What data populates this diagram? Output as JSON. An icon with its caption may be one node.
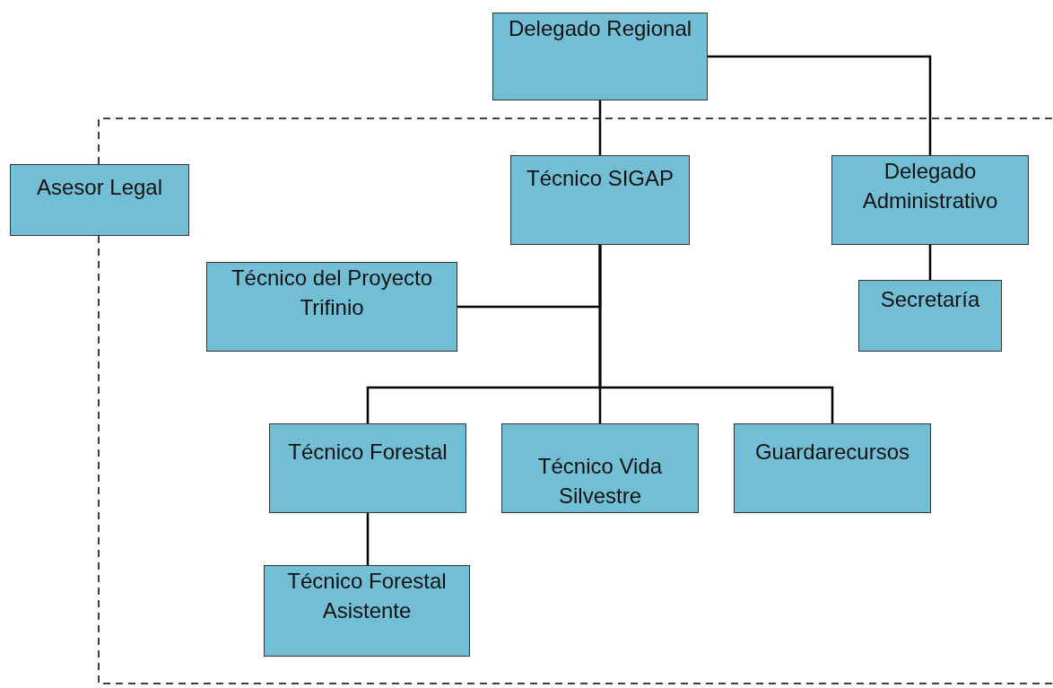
{
  "diagram": {
    "nodes": [
      {
        "text": [
          "Delegado Regional"
        ]
      },
      {
        "text": [
          "Asesor Legal"
        ]
      },
      {
        "text": [
          "Técnico SIGAP"
        ]
      },
      {
        "text": [
          "Delegado Administrativo"
        ]
      },
      {
        "text": [
          "Técnico del Proyecto Trifinio"
        ]
      },
      {
        "text": [
          "Secretaría"
        ]
      },
      {
        "text": [
          "Técnico Forestal"
        ]
      },
      {
        "text": [
          "Técnico Vida Silvestre"
        ]
      },
      {
        "text": [
          "Guardarecursos"
        ]
      },
      {
        "text": [
          "Técnico Forestal Asistente"
        ]
      }
    ],
    "edges": [
      {
        "from": 0,
        "to": 2,
        "arrow": "none"
      },
      {
        "from": 0,
        "to": 3,
        "arrow": "none"
      },
      {
        "from": 3,
        "to": 5,
        "arrow": "none"
      },
      {
        "from": 2,
        "to": 4,
        "arrow": "none"
      },
      {
        "from": 2,
        "to": 6,
        "arrow": "none"
      },
      {
        "from": 2,
        "to": 7,
        "arrow": "none"
      },
      {
        "from": 2,
        "to": 8,
        "arrow": "none"
      },
      {
        "from": 6,
        "to": 9,
        "arrow": "none"
      },
      {
        "from": 1,
        "to": null,
        "arrow": "none",
        "style": "dashed"
      },
      {
        "from": 1,
        "to": null,
        "arrow": "none",
        "style": "dashed"
      }
    ]
  }
}
